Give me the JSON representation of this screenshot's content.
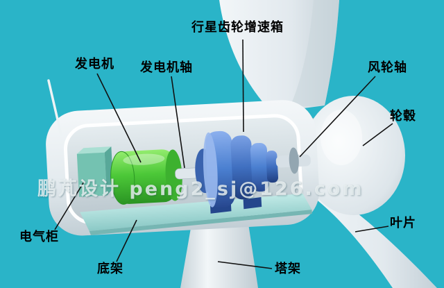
{
  "scene": {
    "watermark": "鹏芃设计 peng2_sj@126.com"
  },
  "labels": {
    "gearbox": "行星齿轮增速箱",
    "generator": "发电机",
    "generator_shaft": "发电机轴",
    "rotor_shaft": "风轮轴",
    "hub": "轮毂",
    "electrical_cabinet": "电气柜",
    "base_frame": "底架",
    "tower": "塔架",
    "blade": "叶片"
  },
  "colors": {
    "background": "#2ab4c8",
    "generator_green": "#4cc838",
    "gearbox_blue": "#4a7fd0",
    "base_plate_teal": "#a8dcda",
    "cabinet_teal": "#74c2b1",
    "structure_white": "#e9eff3",
    "label_text": "#000000"
  }
}
